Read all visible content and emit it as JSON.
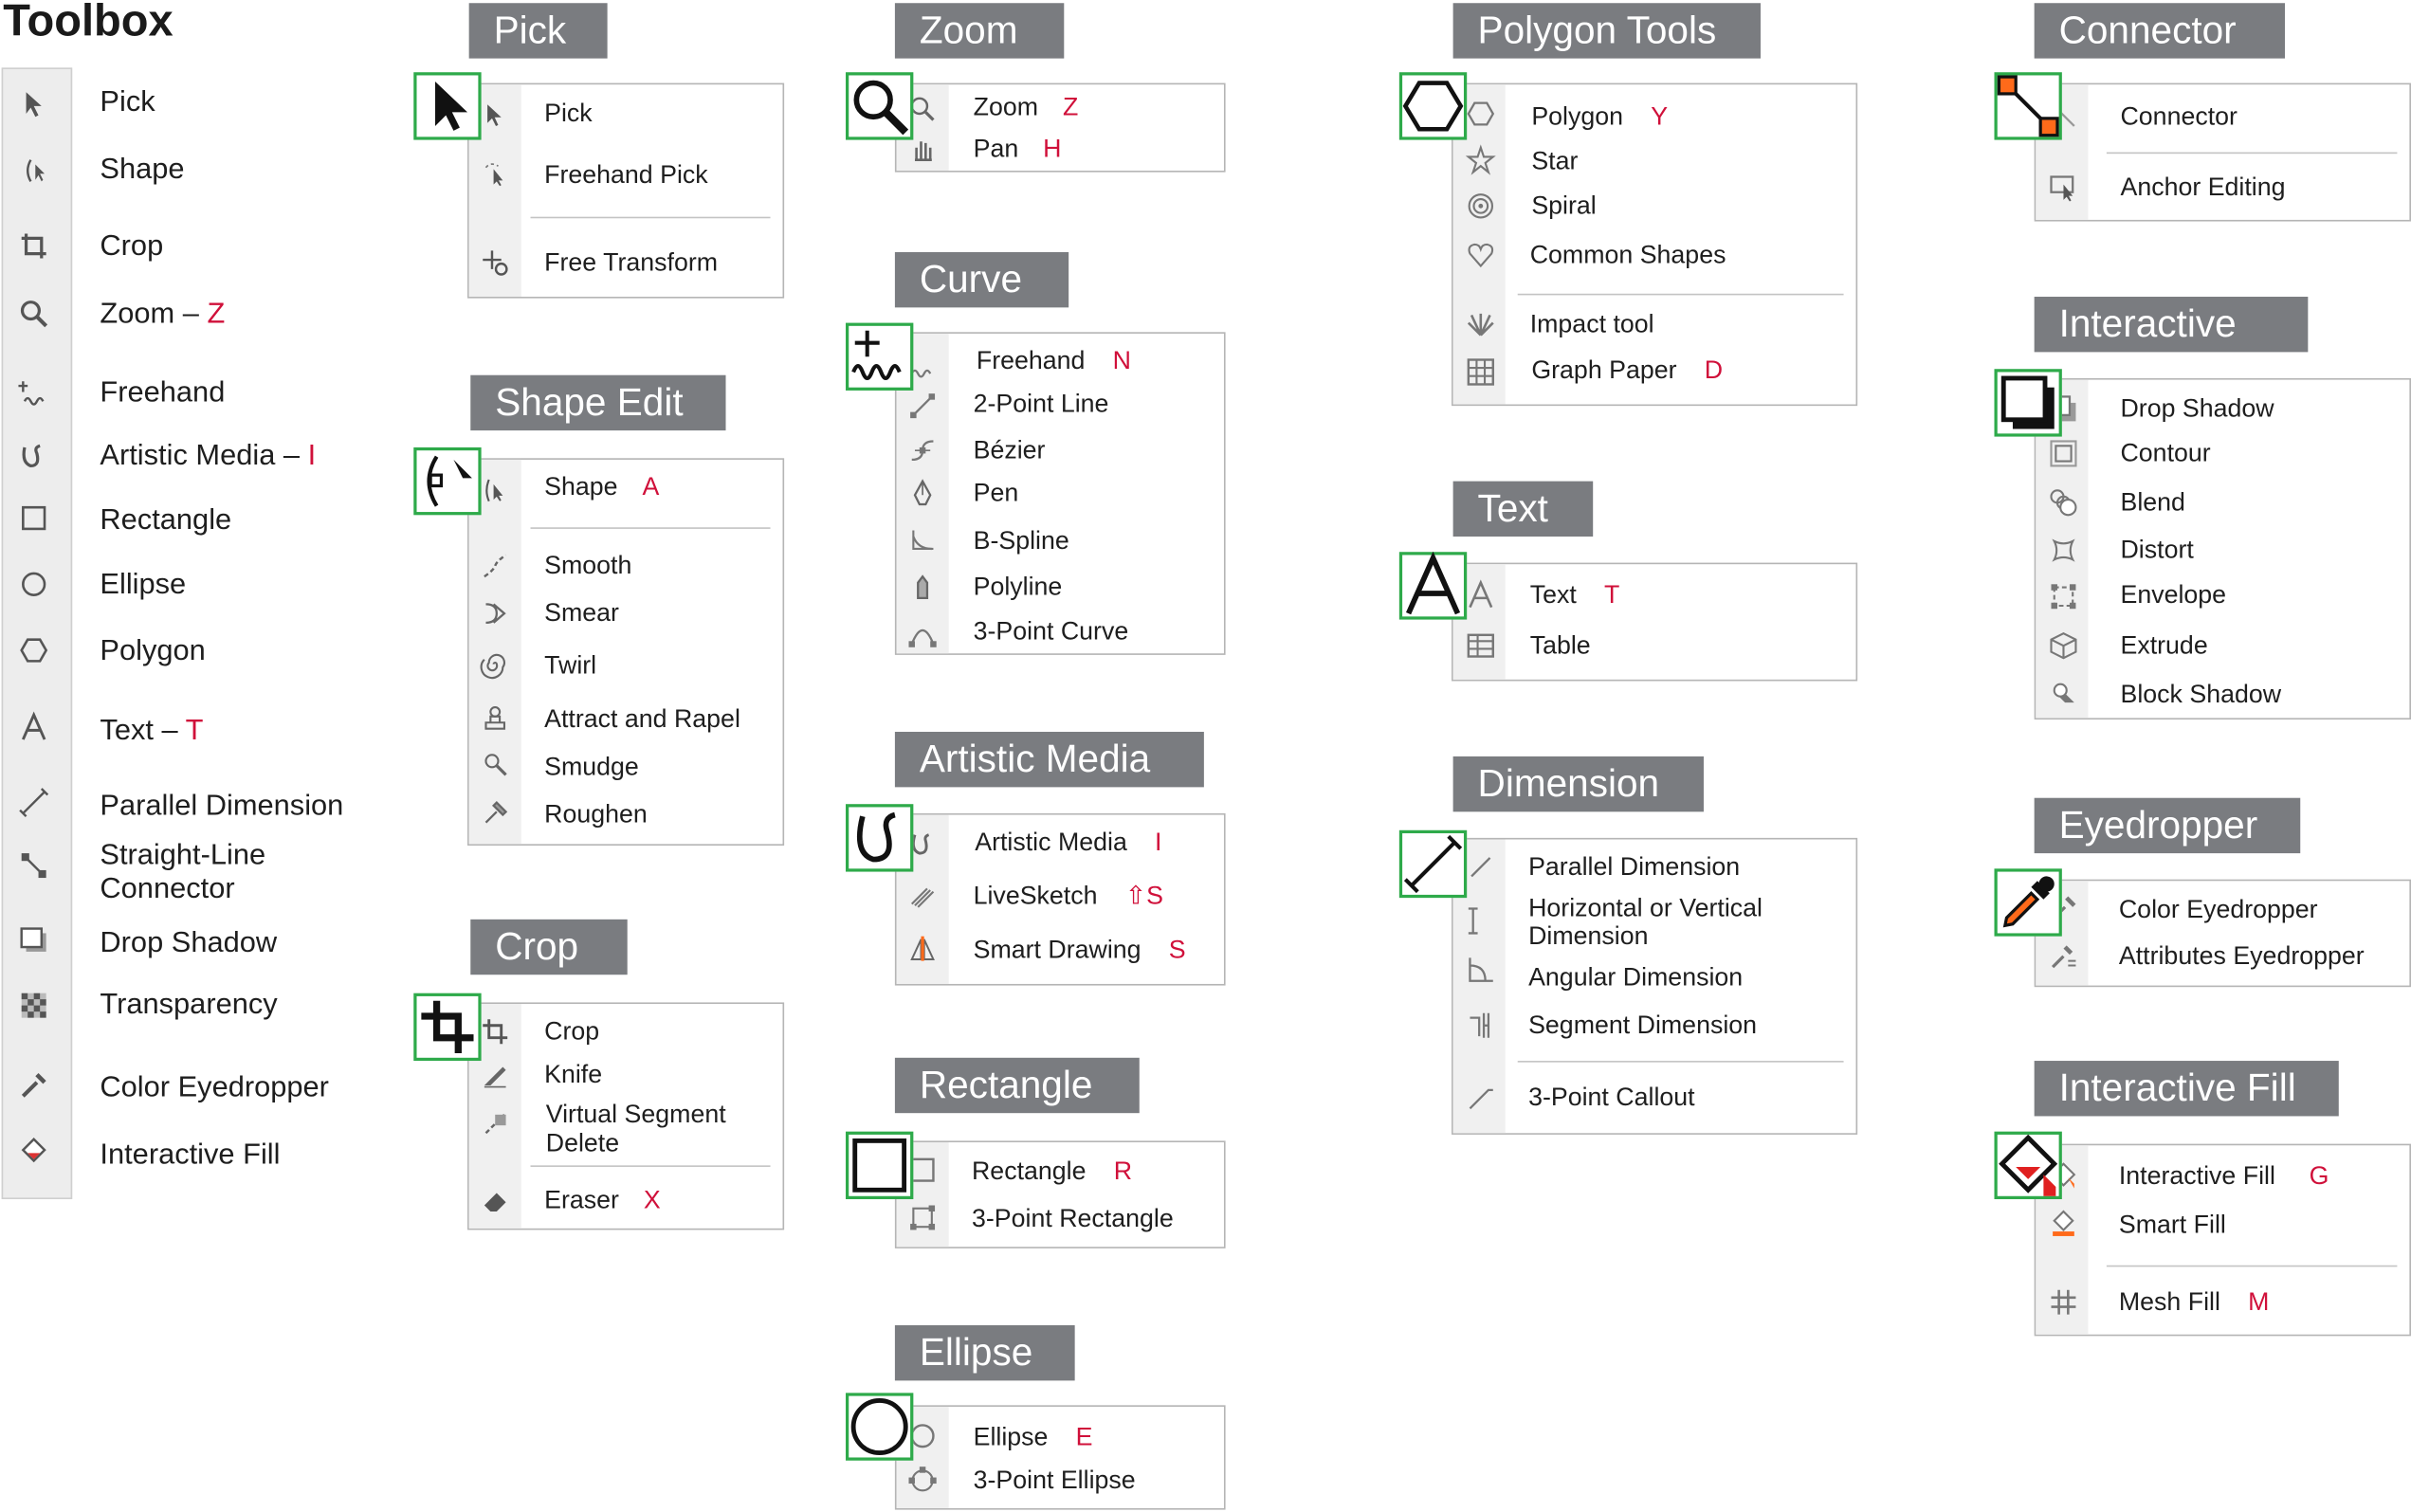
{
  "toolbox": {
    "title": "Toolbox",
    "items": [
      {
        "label": "Pick",
        "shortcut": "",
        "icon": "pick-arrow-icon"
      },
      {
        "label": "Shape",
        "shortcut": "",
        "icon": "shape-node-icon"
      },
      {
        "label": "Crop",
        "shortcut": "",
        "icon": "crop-icon"
      },
      {
        "label": "Zoom –",
        "shortcut": "Z",
        "icon": "zoom-icon"
      },
      {
        "label": "Freehand",
        "shortcut": "",
        "icon": "freehand-icon"
      },
      {
        "label": "Artistic Media –",
        "shortcut": "I",
        "icon": "artistic-media-icon"
      },
      {
        "label": "Rectangle",
        "shortcut": "",
        "icon": "rectangle-icon"
      },
      {
        "label": "Ellipse",
        "shortcut": "",
        "icon": "ellipse-icon"
      },
      {
        "label": "Polygon",
        "shortcut": "",
        "icon": "polygon-icon"
      },
      {
        "label": "Text –",
        "shortcut": "T",
        "icon": "text-icon"
      },
      {
        "label": "Parallel Dimension",
        "shortcut": "",
        "icon": "dimension-icon"
      },
      {
        "label": "Straight-Line",
        "label2": "Connector",
        "shortcut": "",
        "icon": "connector-icon"
      },
      {
        "label": "Drop Shadow",
        "shortcut": "",
        "icon": "drop-shadow-icon"
      },
      {
        "label": "Transparency",
        "shortcut": "",
        "icon": "transparency-icon"
      },
      {
        "label": "Color Eyedropper",
        "shortcut": "",
        "icon": "eyedropper-icon"
      },
      {
        "label": "Interactive Fill",
        "shortcut": "",
        "icon": "interactive-fill-icon"
      }
    ]
  },
  "groups": {
    "pick": {
      "title": "Pick",
      "items": [
        {
          "label": "Pick",
          "shortcut": ""
        },
        {
          "label": "Freehand Pick",
          "shortcut": ""
        },
        {
          "label": "Free Transform",
          "shortcut": ""
        }
      ]
    },
    "shape_edit": {
      "title": "Shape Edit",
      "items": [
        {
          "label": "Shape",
          "shortcut": "A"
        },
        {
          "label": "Smooth",
          "shortcut": ""
        },
        {
          "label": "Smear",
          "shortcut": ""
        },
        {
          "label": "Twirl",
          "shortcut": ""
        },
        {
          "label": "Attract and Rapel",
          "shortcut": ""
        },
        {
          "label": "Smudge",
          "shortcut": ""
        },
        {
          "label": "Roughen",
          "shortcut": ""
        }
      ]
    },
    "crop": {
      "title": "Crop",
      "items": [
        {
          "label": "Crop",
          "shortcut": ""
        },
        {
          "label": "Knife",
          "shortcut": ""
        },
        {
          "label": "Virtual Segment",
          "label2": "Delete",
          "shortcut": ""
        },
        {
          "label": "Eraser",
          "shortcut": "X"
        }
      ]
    },
    "zoom": {
      "title": "Zoom",
      "items": [
        {
          "label": "Zoom",
          "shortcut": "Z"
        },
        {
          "label": "Pan",
          "shortcut": "H"
        }
      ]
    },
    "curve": {
      "title": "Curve",
      "items": [
        {
          "label": "Freehand",
          "shortcut": "N"
        },
        {
          "label": "2-Point Line",
          "shortcut": ""
        },
        {
          "label": "Bézier",
          "shortcut": ""
        },
        {
          "label": "Pen",
          "shortcut": ""
        },
        {
          "label": "B-Spline",
          "shortcut": ""
        },
        {
          "label": "Polyline",
          "shortcut": ""
        },
        {
          "label": "3-Point Curve",
          "shortcut": ""
        }
      ]
    },
    "artistic_media": {
      "title": "Artistic Media",
      "items": [
        {
          "label": "Artistic Media",
          "shortcut": "I"
        },
        {
          "label": "LiveSketch",
          "shortcut": "⇧S"
        },
        {
          "label": "Smart Drawing",
          "shortcut": "S"
        }
      ]
    },
    "rectangle": {
      "title": "Rectangle",
      "items": [
        {
          "label": "Rectangle",
          "shortcut": "R"
        },
        {
          "label": "3-Point Rectangle",
          "shortcut": ""
        }
      ]
    },
    "ellipse": {
      "title": "Ellipse",
      "items": [
        {
          "label": "Ellipse",
          "shortcut": "E"
        },
        {
          "label": "3-Point Ellipse",
          "shortcut": ""
        }
      ]
    },
    "polygon_tools": {
      "title": "Polygon Tools",
      "items": [
        {
          "label": "Polygon",
          "shortcut": "Y"
        },
        {
          "label": "Star",
          "shortcut": ""
        },
        {
          "label": "Spiral",
          "shortcut": ""
        },
        {
          "label": "Common Shapes",
          "shortcut": ""
        },
        {
          "label": "Impact tool",
          "shortcut": ""
        },
        {
          "label": "Graph Paper",
          "shortcut": "D"
        }
      ]
    },
    "text": {
      "title": "Text",
      "items": [
        {
          "label": "Text",
          "shortcut": "T"
        },
        {
          "label": "Table",
          "shortcut": ""
        }
      ]
    },
    "dimension": {
      "title": "Dimension",
      "items": [
        {
          "label": "Parallel Dimension",
          "shortcut": ""
        },
        {
          "label": "Horizontal or Vertical",
          "label2": "Dimension",
          "shortcut": ""
        },
        {
          "label": "Angular Dimension",
          "shortcut": ""
        },
        {
          "label": "Segment Dimension",
          "shortcut": ""
        },
        {
          "label": "3-Point Callout",
          "shortcut": ""
        }
      ]
    },
    "connector": {
      "title": "Connector",
      "items": [
        {
          "label": "Connector",
          "shortcut": ""
        },
        {
          "label": "Anchor Editing",
          "shortcut": ""
        }
      ]
    },
    "interactive": {
      "title": "Interactive",
      "items": [
        {
          "label": "Drop Shadow",
          "shortcut": ""
        },
        {
          "label": "Contour",
          "shortcut": ""
        },
        {
          "label": "Blend",
          "shortcut": ""
        },
        {
          "label": "Distort",
          "shortcut": ""
        },
        {
          "label": "Envelope",
          "shortcut": ""
        },
        {
          "label": "Extrude",
          "shortcut": ""
        },
        {
          "label": "Block Shadow",
          "shortcut": ""
        }
      ]
    },
    "eyedropper": {
      "title": "Eyedropper",
      "items": [
        {
          "label": "Color Eyedropper",
          "shortcut": ""
        },
        {
          "label": "Attributes Eyedropper",
          "shortcut": ""
        }
      ]
    },
    "interactive_fill": {
      "title": "Interactive Fill",
      "items": [
        {
          "label": "Interactive Fill",
          "shortcut": "G"
        },
        {
          "label": "Smart Fill",
          "shortcut": ""
        },
        {
          "label": "Mesh Fill",
          "shortcut": "M"
        }
      ]
    }
  },
  "colors": {
    "title_bg": "#7a7c80",
    "shortcut": "#d0103a",
    "highlight": "#2eaa4a",
    "accent_orange": "#ff6a1a",
    "accent_red": "#e02020"
  }
}
